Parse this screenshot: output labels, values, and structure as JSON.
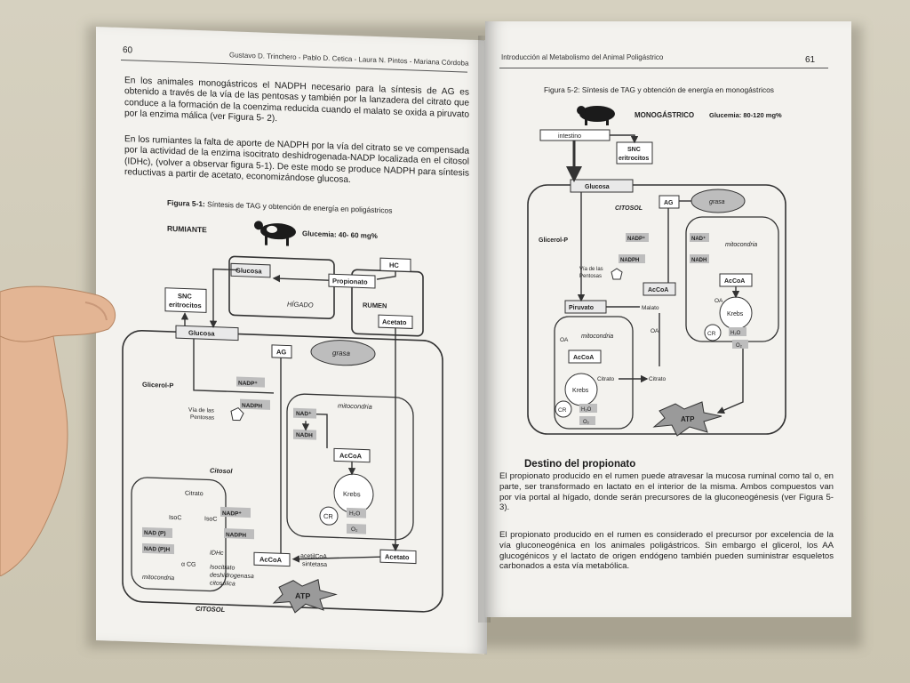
{
  "left_page": {
    "page_number": "60",
    "header": "Gustavo D. Trinchero - Pablo D. Cetica - Laura N. Pintos - Mariana Córdoba",
    "paragraph1": "En los animales monogástricos el NADPH necesario para la síntesis de AG es obtenido a través de la vía de las pentosas y también por la lanzadera del citrato que conduce a la formación de la coenzima reducida cuando el malato se oxida a piruvato por la enzima málica (ver Figura 5- 2).",
    "paragraph2": "En los rumiantes la falta de aporte de NADPH por la vía del citrato se ve compensada por la actividad de la enzima isocitrato deshidrogenada-NADP localizada en el citosol (IDHc), (volver a observar figura 5-1). De este modo se produce NADPH para síntesis reductivas a partir de acetato, economizándose glucosa.",
    "figure_label": "Figura 5-1:",
    "figure_caption": "Síntesis de TAG y obtención de energía en poligástricos",
    "diagram": {
      "animal": "RUMIANTE",
      "glucemia": "Glucemia: 40- 60 mg%",
      "hc": "HC",
      "propionato": "Propionato",
      "rumen": "RUMEN",
      "glucosa_top": "Glucosa",
      "higado": "HÍGADO",
      "acetato_top": "Acetato",
      "snc": "SNC",
      "eritrocitos": "eritrocitos",
      "glucosa": "Glucosa",
      "ag": "AG",
      "grasa": "grasa",
      "glicerol": "Glicerol-P",
      "nadp_plus": "NADP⁺",
      "nadph": "NADPH",
      "via_pentosas_1": "Vía de las",
      "via_pentosas_2": "Pentosas",
      "mitocondria": "mitocondria",
      "nad_plus": "NAD⁺",
      "nadh": "NADH",
      "accoa": "AcCoA",
      "krebs": "Krebs",
      "cr": "CR",
      "h2o": "H₂O",
      "o2": "O₂",
      "citosol": "Citosol",
      "citrato": "Citrato",
      "isoc1": "IsoC",
      "isoc2": "IsoC",
      "nad_p": "NAD (P)",
      "nad_ph": "NAD (P)H",
      "acg": "α CG",
      "idhc": "IDHc",
      "isocitrato_1": "Isocitrato",
      "isocitrato_2": "deshidrogenasa",
      "isocitrato_3": "citosólica",
      "mitocondria_b": "mitocondria",
      "accoa_b": "AcCoA",
      "acetilcoa_1": "acetilCoA",
      "acetilcoa_2": "sintetasa",
      "acetato_b": "Acetato",
      "atp": "ATP",
      "citosol_b": "CITOSOL"
    }
  },
  "right_page": {
    "page_number": "61",
    "header": "Introducción al Metabolismo del Animal Poligástrico",
    "figure_label": "Figura 5-2:",
    "figure_caption": "Síntesis de TAG y obtención de energía en monogástricos",
    "diagram": {
      "animal": "MONOGÁSTRICO",
      "glucemia": "Glucemia: 80-120 mg%",
      "intestino": "intestino",
      "snc": "SNC",
      "eritrocitos": "eritrocitos",
      "glucosa": "Glucosa",
      "ag": "AG",
      "grasa": "grasa",
      "citosol": "CITOSOL",
      "glicerol": "Glicerol-P",
      "nadp_plus": "NADP⁺",
      "nadph": "NADPH",
      "via_pentosas_1": "Vía de las",
      "via_pentosas_2": "Pentosas",
      "accoa": "AcCoA",
      "nad_plus": "NAD⁺",
      "nadh": "NADH",
      "mitocondria": "mitocondria",
      "accoa2": "AcCoA",
      "piruvato": "Piruvato",
      "malato": "Malato",
      "oa": "OA",
      "oa2": "OA",
      "mitocondria2": "mitocondria",
      "accoa3": "AcCoA",
      "oa3": "OA",
      "citrato": "Citrato",
      "citrato2": "Citrato",
      "krebs": "Krebs",
      "krebs2": "Krebs",
      "cr": "CR",
      "cr2": "CR",
      "h2o": "H₂O",
      "h2o2": "H₂O",
      "o2": "O₂",
      "o2b": "O₂",
      "atp": "ATP"
    },
    "section_title": "Destino del propionato",
    "paragraph1": "El propionato producido en el rumen puede atravesar la mucosa ruminal como tal o, en parte, ser transformado en lactato en el interior de la misma. Ambos compuestos van por vía portal al hígado, donde serán precursores de la gluconeogénesis (ver Figura 5-3).",
    "paragraph2": "El propionato producido en el rumen es considerado el precursor por excelencia de la vía gluconeogénica en los animales poligástricos. Sin embargo el glicerol, los AA glucogénicos y el lactato de origen endógeno también pueden suministrar esqueletos carbonados a esta vía metabólica."
  },
  "colors": {
    "paper": "#f3f2ee",
    "ink": "#1d1d1d",
    "box_gray": "#b9b9b9",
    "background": "#cbc5b1",
    "skin": "#e6b999"
  }
}
